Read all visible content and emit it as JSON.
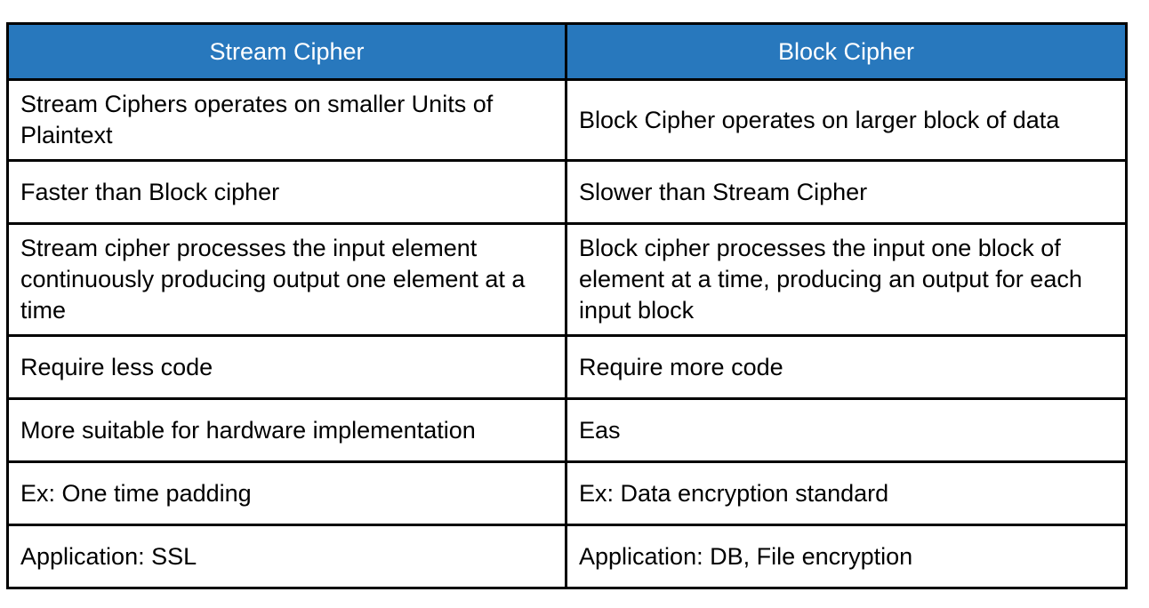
{
  "table": {
    "headers": [
      {
        "label": "Stream Cipher",
        "key": "stream-cipher"
      },
      {
        "label": "Block Cipher",
        "key": "block-cipher"
      }
    ],
    "header_background": "#2878bd",
    "header_text_color": "#ffffff",
    "border_color": "#000000",
    "body_text_color": "#000000",
    "rows": [
      {
        "stream": "Stream Ciphers operates on smaller Units of Plaintext",
        "block": "Block Cipher operates on larger block of data"
      },
      {
        "stream": "Faster than Block cipher",
        "block": "Slower than Stream Cipher"
      },
      {
        "stream": "Stream cipher processes the input element continuously producing output one element at a time",
        "block": "Block cipher processes the input one block of element at a time, producing an output for each input block"
      },
      {
        "stream": "Require less code",
        "block": "Require more code"
      },
      {
        "stream": "More suitable for hardware implementation",
        "block": "Eas"
      },
      {
        "stream": "Ex: One time padding",
        "block": "Ex: Data encryption standard"
      },
      {
        "stream": "Application: SSL",
        "block": "Application: DB, File encryption"
      }
    ]
  }
}
